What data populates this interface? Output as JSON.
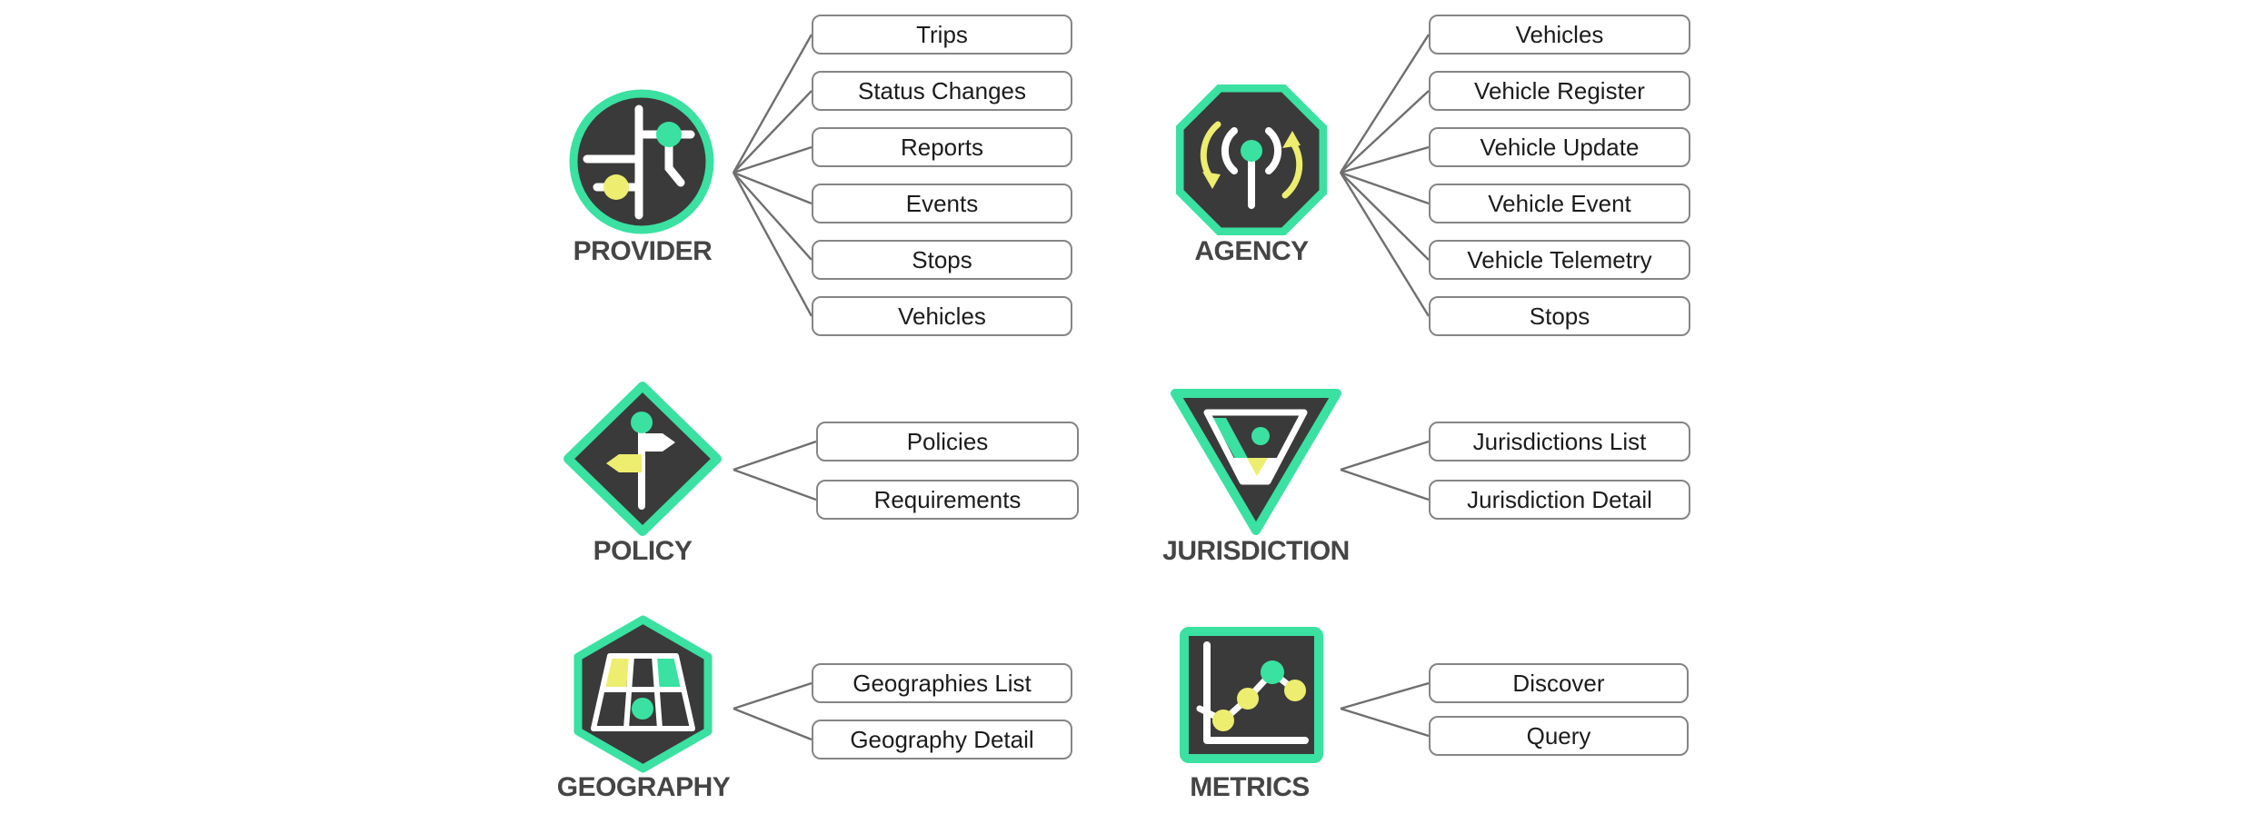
{
  "colors": {
    "accent_teal": "#3ae1a1",
    "accent_yellow": "#eded6f",
    "icon_background": "#3a3a3a",
    "connector_gray": "#6f6f6f",
    "box_border_gray": "#858585"
  },
  "clusters": [
    {
      "label": "PROVIDER",
      "icon": "street-intersection-icon",
      "endpoints": [
        "Trips",
        "Status Changes",
        "Reports",
        "Events",
        "Stops",
        "Vehicles"
      ]
    },
    {
      "label": "AGENCY",
      "icon": "antenna-refresh-icon",
      "endpoints": [
        "Vehicles",
        "Vehicle Register",
        "Vehicle Update",
        "Vehicle Event",
        "Vehicle Telemetry",
        "Stops"
      ]
    },
    {
      "label": "POLICY",
      "icon": "signpost-icon",
      "endpoints": [
        "Policies",
        "Requirements"
      ]
    },
    {
      "label": "JURISDICTION",
      "icon": "inverted-triangle-map-icon",
      "endpoints": [
        "Jurisdictions List",
        "Jurisdiction Detail"
      ]
    },
    {
      "label": "GEOGRAPHY",
      "icon": "perspective-grid-map-icon",
      "endpoints": [
        "Geographies List",
        "Geography Detail"
      ]
    },
    {
      "label": "METRICS",
      "icon": "line-chart-icon",
      "endpoints": [
        "Discover",
        "Query"
      ]
    }
  ]
}
